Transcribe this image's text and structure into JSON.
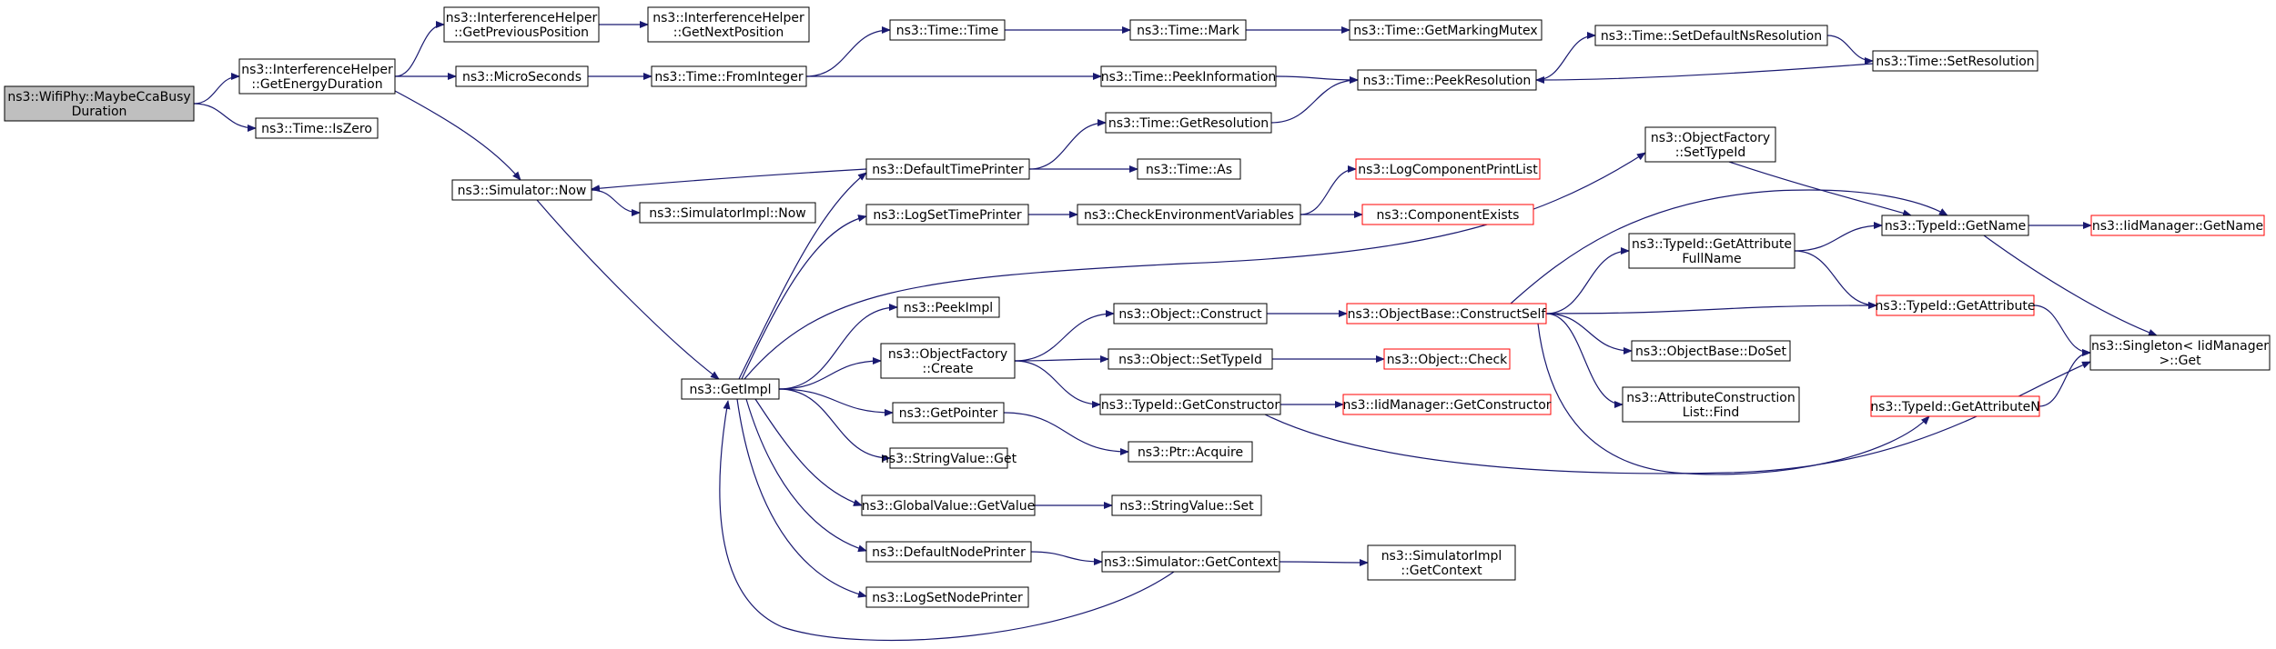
{
  "nodes": {
    "maybeccabusy": [
      "ns3::WifiPhy::MaybeCcaBusy",
      "Duration"
    ],
    "getenergyduration": [
      "ns3::InterferenceHelper",
      "::GetEnergyDuration"
    ],
    "getpreviousposition": [
      "ns3::InterferenceHelper",
      "::GetPreviousPosition"
    ],
    "getnextposition": [
      "ns3::InterferenceHelper",
      "::GetNextPosition"
    ],
    "microseconds": [
      "ns3::MicroSeconds"
    ],
    "iszero": [
      "ns3::Time::IsZero"
    ],
    "simulator_now": [
      "ns3::Simulator::Now"
    ],
    "simulatorimpl_now": [
      "ns3::SimulatorImpl::Now"
    ],
    "getimpl": [
      "ns3::GetImpl"
    ],
    "frominteger": [
      "ns3::Time::FromInteger"
    ],
    "time_time": [
      "ns3::Time::Time"
    ],
    "time_mark": [
      "ns3::Time::Mark"
    ],
    "getmarkingmutex": [
      "ns3::Time::GetMarkingMutex"
    ],
    "peekinformation": [
      "ns3::Time::PeekInformation"
    ],
    "peekresolution": [
      "ns3::Time::PeekResolution"
    ],
    "setdefaultnsresolution": [
      "ns3::Time::SetDefaultNsResolution"
    ],
    "setresolution": [
      "ns3::Time::SetResolution"
    ],
    "getresolution": [
      "ns3::Time::GetResolution"
    ],
    "defaulttimeprinter": [
      "ns3::DefaultTimePrinter"
    ],
    "time_as": [
      "ns3::Time::As"
    ],
    "logsettimeprinter": [
      "ns3::LogSetTimePrinter"
    ],
    "checkenvvars": [
      "ns3::CheckEnvironmentVariables"
    ],
    "logcomponentprintlist": [
      "ns3::LogComponentPrintList"
    ],
    "componentexists": [
      "ns3::ComponentExists"
    ],
    "peekimpl": [
      "ns3::PeekImpl"
    ],
    "objectfactory_create": [
      "ns3::ObjectFactory",
      "::Create"
    ],
    "object_construct": [
      "ns3::Object::Construct"
    ],
    "objectbase_constructself": [
      "ns3::ObjectBase::ConstructSelf"
    ],
    "object_settypeid": [
      "ns3::Object::SetTypeId"
    ],
    "object_check": [
      "ns3::Object::Check"
    ],
    "typeid_getconstructor": [
      "ns3::TypeId::GetConstructor"
    ],
    "iidmanager_getconstructor": [
      "ns3::IidManager::GetConstructor"
    ],
    "getpointer": [
      "ns3::GetPointer"
    ],
    "ptr_acquire": [
      "ns3::Ptr::Acquire"
    ],
    "stringvalue_get": [
      "ns3::StringValue::Get"
    ],
    "globalvalue_getvalue": [
      "ns3::GlobalValue::GetValue"
    ],
    "stringvalue_set": [
      "ns3::StringValue::Set"
    ],
    "defaultnodeprinter": [
      "ns3::DefaultNodePrinter"
    ],
    "simulator_getcontext": [
      "ns3::Simulator::GetContext"
    ],
    "simulatorimpl_getcontext": [
      "ns3::SimulatorImpl",
      "::GetContext"
    ],
    "logsetnodeprinter": [
      "ns3::LogSetNodePrinter"
    ],
    "objectfactory_settypeid": [
      "ns3::ObjectFactory",
      "::SetTypeId"
    ],
    "typeid_getname": [
      "ns3::TypeId::GetName"
    ],
    "iidmanager_getname": [
      "ns3::IidManager::GetName"
    ],
    "typeid_getattributefullname": [
      "ns3::TypeId::GetAttribute",
      "FullName"
    ],
    "typeid_getattribute": [
      "ns3::TypeId::GetAttribute"
    ],
    "objectbase_doset": [
      "ns3::ObjectBase::DoSet"
    ],
    "attributeconstructionlist_find": [
      "ns3::AttributeConstruction",
      "List::Find"
    ],
    "typeid_getattributen": [
      "ns3::TypeId::GetAttributeN"
    ],
    "singleton_get": [
      "ns3::Singleton< IidManager",
      " >::Get"
    ]
  },
  "colors": {
    "edge": "#191970",
    "normal_border": "#000000",
    "truncated_border": "#ff0000",
    "root_fill": "#bfbfbf",
    "node_fill": "#ffffff"
  }
}
